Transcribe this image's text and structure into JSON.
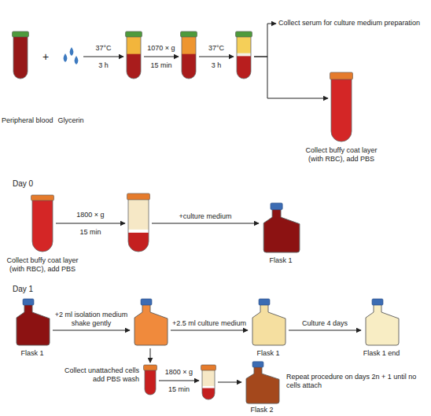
{
  "diagram": {
    "nodes": [
      {
        "text": [
          "Peripheral blood"
        ]
      },
      {
        "text": [
          "Glycerin"
        ]
      },
      {
        "text": []
      },
      {
        "text": []
      },
      {
        "text": []
      },
      {
        "text": [
          "Collect serum for culture medium preparation"
        ]
      },
      {
        "text": [
          "Collect buffy coat layer (with RBC), add PBS"
        ]
      },
      {
        "text": [
          "Collect buffy coat layer (with RBC), add PBS"
        ]
      },
      {
        "text": []
      },
      {
        "text": [
          "Flask 1"
        ]
      },
      {
        "text": [
          "Flask 1"
        ]
      },
      {
        "text": []
      },
      {
        "text": [
          "Flask 1"
        ]
      },
      {
        "text": [
          "Flask 1 end"
        ]
      },
      {
        "text": [
          "Collect unattached cells add PBS wash"
        ]
      },
      {
        "text": []
      },
      {
        "text": [
          "Flask 2",
          "Repeat procedure on days 2n + 1 until no cells attach"
        ]
      }
    ],
    "edges": [
      {
        "from": 1,
        "to": 2,
        "label": "37°C 3 h",
        "arrow": "to"
      },
      {
        "from": 2,
        "to": 3,
        "label": "1070 × g 15 min",
        "arrow": "to"
      },
      {
        "from": 3,
        "to": 4,
        "label": "37°C 3 h",
        "arrow": "to"
      },
      {
        "from": 4,
        "to": 5,
        "arrow": "to"
      },
      {
        "from": 4,
        "to": 6,
        "arrow": "to"
      },
      {
        "from": 7,
        "to": 8,
        "label": "1800 × g 15 min",
        "arrow": "to"
      },
      {
        "from": 8,
        "to": 9,
        "label": "+culture medium",
        "arrow": "to"
      },
      {
        "from": 10,
        "to": 11,
        "label": "+2 ml isolation medium shake gently",
        "arrow": "to"
      },
      {
        "from": 11,
        "to": 12,
        "label": "+2.5 ml culture medium",
        "arrow": "to"
      },
      {
        "from": 12,
        "to": 13,
        "label": "Culture 4 days",
        "arrow": "to"
      },
      {
        "from": 11,
        "to": 14,
        "arrow": "to"
      },
      {
        "from": 14,
        "to": 15,
        "label": "1800 × g 15 min",
        "arrow": "to"
      },
      {
        "from": 15,
        "to": 16,
        "arrow": "to"
      }
    ],
    "labels": [
      "+",
      "Day 0",
      "Day 1"
    ]
  }
}
